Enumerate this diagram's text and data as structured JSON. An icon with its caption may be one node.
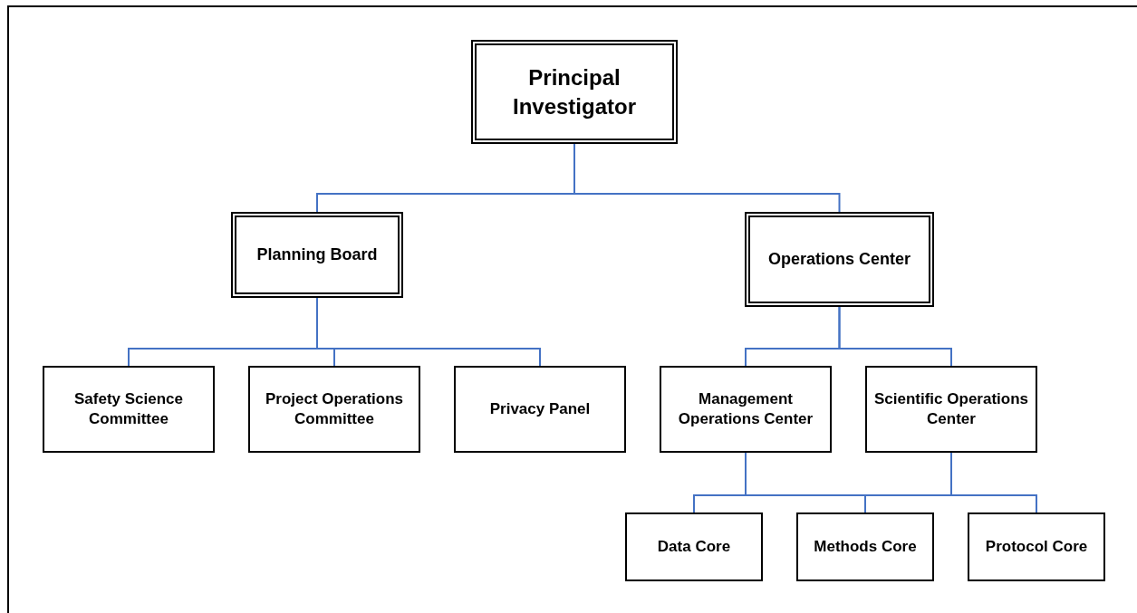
{
  "diagram": {
    "nodes": [
      {
        "text": [
          "Principal Investigator"
        ]
      },
      {
        "text": [
          "Planning Board"
        ]
      },
      {
        "text": [
          "Operations Center"
        ]
      },
      {
        "text": [
          "Safety Science Committee"
        ]
      },
      {
        "text": [
          "Project Operations Committee"
        ]
      },
      {
        "text": [
          "Privacy Panel"
        ]
      },
      {
        "text": [
          "Management Operations Center"
        ]
      },
      {
        "text": [
          "Scientific Operations Center"
        ]
      },
      {
        "text": [
          "Data Core"
        ]
      },
      {
        "text": [
          "Methods Core"
        ]
      },
      {
        "text": [
          "Protocol Core"
        ]
      }
    ],
    "edges": [
      {
        "from": 0,
        "to": 1,
        "arrow": "none"
      },
      {
        "from": 0,
        "to": 2,
        "arrow": "none"
      },
      {
        "from": 1,
        "to": 3,
        "arrow": "none"
      },
      {
        "from": 1,
        "to": 4,
        "arrow": "none"
      },
      {
        "from": 1,
        "to": 5,
        "arrow": "none"
      },
      {
        "from": 2,
        "to": 6,
        "arrow": "none"
      },
      {
        "from": 2,
        "to": 7,
        "arrow": "none"
      },
      {
        "from": 6,
        "to": 8,
        "arrow": "none"
      },
      {
        "from": 6,
        "to": 9,
        "arrow": "none"
      },
      {
        "from": 6,
        "to": 10,
        "arrow": "none"
      },
      {
        "from": 7,
        "to": 8,
        "arrow": "none"
      },
      {
        "from": 7,
        "to": 9,
        "arrow": "none"
      },
      {
        "from": 7,
        "to": 10,
        "arrow": "none"
      }
    ]
  }
}
